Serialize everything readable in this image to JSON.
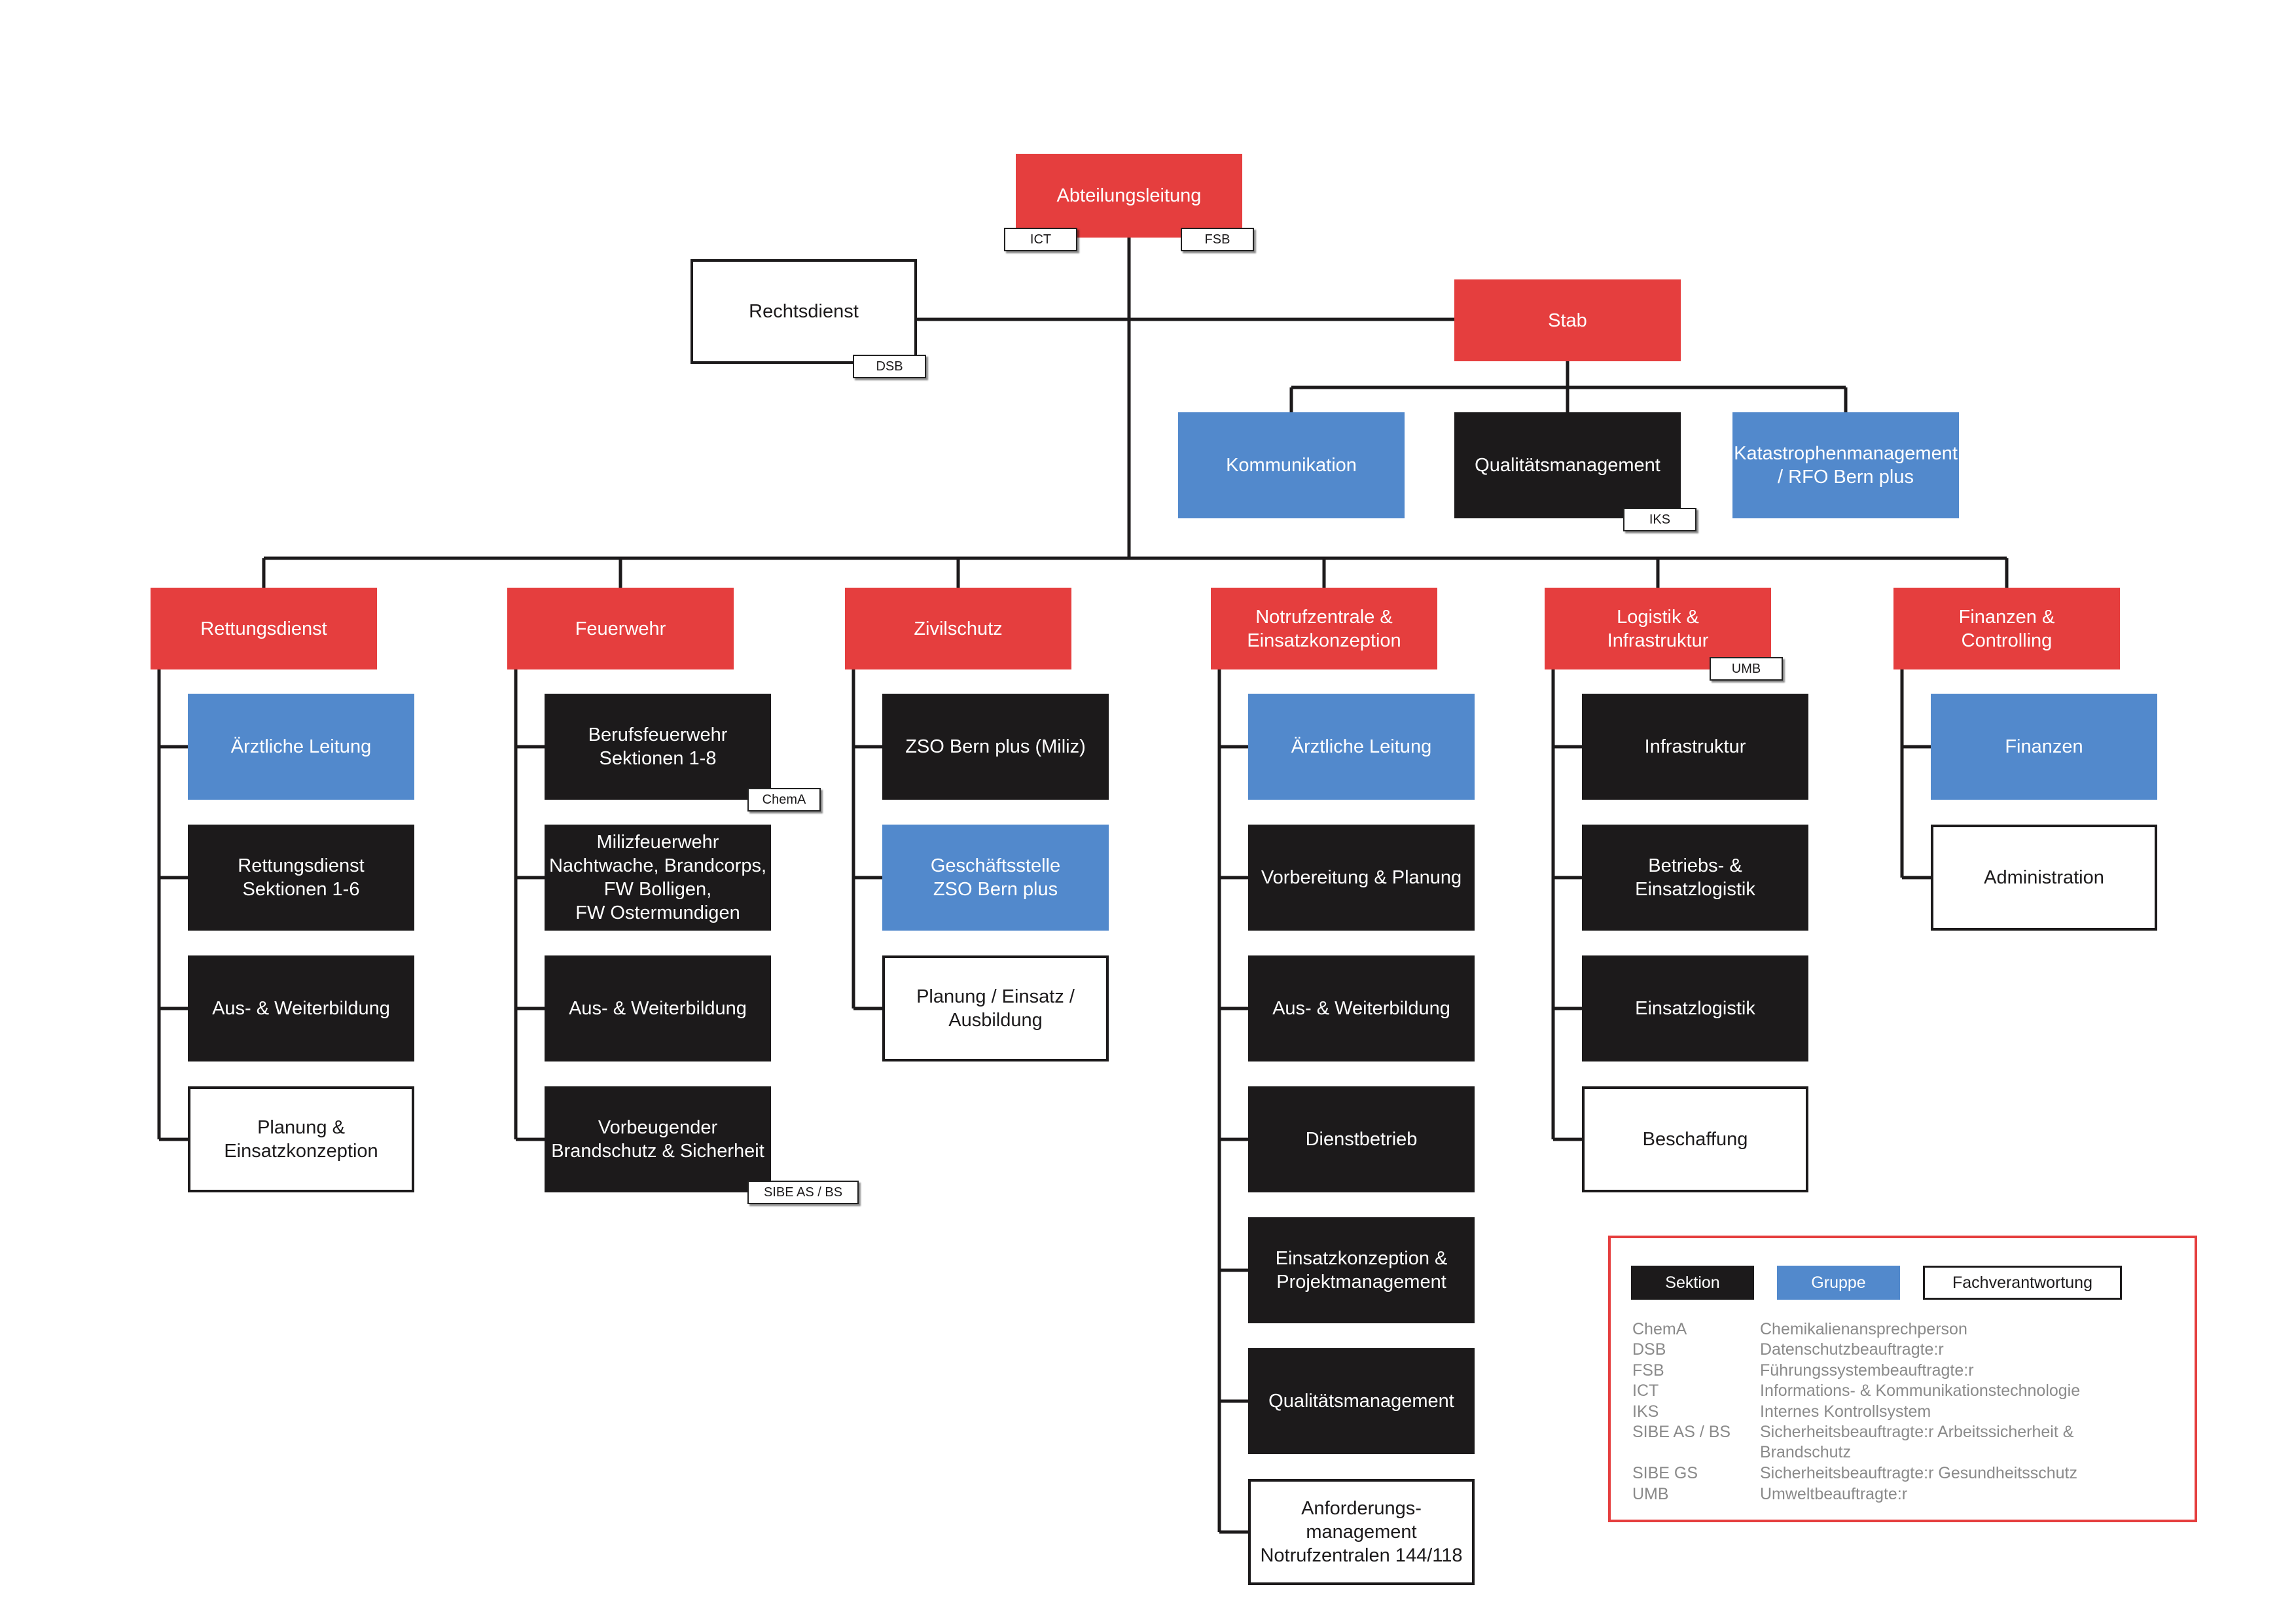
{
  "colors": {
    "section": "#1c1a1b",
    "group": "#5289cc",
    "lead": "#e53e3e",
    "line": "#1c1a1b"
  },
  "top": {
    "head": "Abteilungsleitung",
    "head_tags": [
      "ICT",
      "FSB"
    ],
    "legal": "Rechtsdienst",
    "legal_tag": "DSB",
    "staff": "Stab"
  },
  "staff_units": [
    {
      "label": "Kommunikation",
      "kind": "group"
    },
    {
      "label": "Qualitätsmanagement",
      "kind": "section",
      "tag": "IKS"
    },
    {
      "label": "Katastrophenmanagement\n/ RFO Bern plus",
      "kind": "group"
    }
  ],
  "divisions": [
    {
      "label": "Rettungsdienst",
      "units": [
        {
          "label": "Ärztliche Leitung",
          "kind": "group"
        },
        {
          "label": "Rettungsdienst\nSektionen 1-6",
          "kind": "section"
        },
        {
          "label": "Aus- & Weiterbildung",
          "kind": "section"
        },
        {
          "label": "Planung &\nEinsatzkonzeption",
          "kind": "expert"
        }
      ]
    },
    {
      "label": "Feuerwehr",
      "units": [
        {
          "label": "Berufsfeuerwehr\nSektionen 1-8",
          "kind": "section",
          "tag": "ChemA"
        },
        {
          "label": "Milizfeuerwehr\nNachtwache, Brandcorps,\nFW Bolligen,\nFW Ostermundigen",
          "kind": "section"
        },
        {
          "label": "Aus- & Weiterbildung",
          "kind": "section"
        },
        {
          "label": "Vorbeugender\nBrandschutz & Sicherheit",
          "kind": "section",
          "tag": "SIBE AS / BS"
        }
      ]
    },
    {
      "label": "Zivilschutz",
      "units": [
        {
          "label": "ZSO Bern plus (Miliz)",
          "kind": "section"
        },
        {
          "label": "Geschäftsstelle\nZSO Bern plus",
          "kind": "group"
        },
        {
          "label": "Planung / Einsatz /\nAusbildung",
          "kind": "expert"
        }
      ]
    },
    {
      "label": "Notrufzentrale &\nEinsatzkonzeption",
      "units": [
        {
          "label": "Ärztliche Leitung",
          "kind": "group"
        },
        {
          "label": "Vorbereitung & Planung",
          "kind": "section"
        },
        {
          "label": "Aus- & Weiterbildung",
          "kind": "section"
        },
        {
          "label": "Dienstbetrieb",
          "kind": "section"
        },
        {
          "label": "Einsatzkonzeption &\nProjektmanagement",
          "kind": "section"
        },
        {
          "label": "Qualitätsmanagement",
          "kind": "section"
        },
        {
          "label": "Anforderungs-\nmanagement\nNotrufzentralen 144/118",
          "kind": "expert"
        }
      ]
    },
    {
      "label": "Logistik &\nInfrastruktur",
      "tag": "UMB",
      "units": [
        {
          "label": "Infrastruktur",
          "kind": "section"
        },
        {
          "label": "Betriebs- &\nEinsatzlogistik",
          "kind": "section"
        },
        {
          "label": "Einsatzlogistik",
          "kind": "section"
        },
        {
          "label": "Beschaffung",
          "kind": "expert"
        }
      ]
    },
    {
      "label": "Finanzen &\nControlling",
      "units": [
        {
          "label": "Finanzen",
          "kind": "group"
        },
        {
          "label": "Administration",
          "kind": "expert"
        }
      ]
    }
  ],
  "legend": {
    "types": [
      {
        "label": "Sektion",
        "kind": "section"
      },
      {
        "label": "Gruppe",
        "kind": "group"
      },
      {
        "label": "Fachverantwortung",
        "kind": "expert"
      }
    ],
    "abbreviations": [
      {
        "abbr": "ChemA",
        "desc": "Chemikalienansprechperson"
      },
      {
        "abbr": "DSB",
        "desc": "Datenschutzbeauftragte:r"
      },
      {
        "abbr": "FSB",
        "desc": "Führungssystembeauftragte:r"
      },
      {
        "abbr": "ICT",
        "desc": "Informations- & Kommunikationstechnologie"
      },
      {
        "abbr": "IKS",
        "desc": "Internes Kontrollsystem"
      },
      {
        "abbr": "SIBE AS / BS",
        "desc": "Sicherheitsbeauftragte:r Arbeitssicherheit &\nBrandschutz"
      },
      {
        "abbr": "SIBE GS",
        "desc": "Sicherheitsbeauftragte:r Gesundheitsschutz"
      },
      {
        "abbr": "UMB",
        "desc": "Umweltbeauftragte:r"
      }
    ]
  }
}
